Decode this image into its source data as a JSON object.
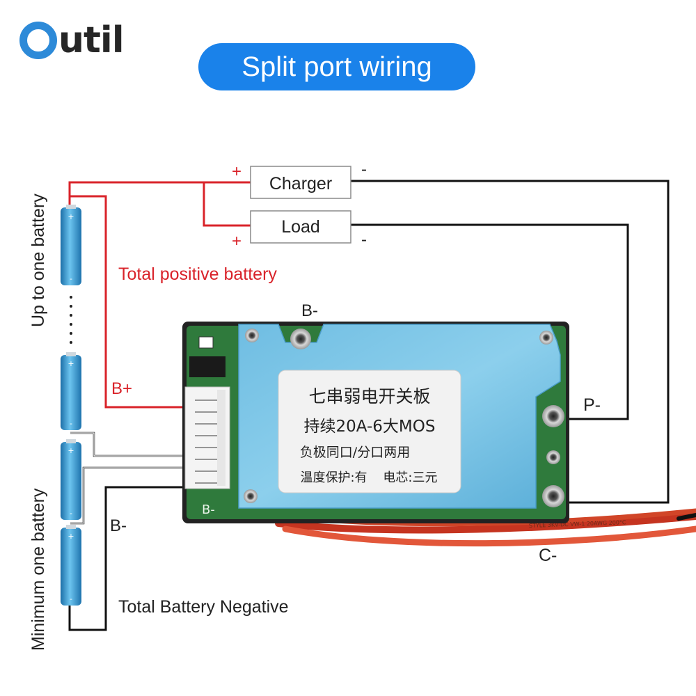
{
  "brand": {
    "logo_text": "Outil",
    "logo_letter": "O",
    "logo_rest": "util"
  },
  "header": {
    "title": "Split port wiring"
  },
  "labels": {
    "charger": "Charger",
    "load": "Load",
    "plus": "+",
    "minus": "-",
    "total_positive": "Total positive battery",
    "total_negative": "Total Battery Negative",
    "b_plus": "B+",
    "b_minus_top": "B-",
    "b_minus_left": "B-",
    "p_minus": "P-",
    "c_minus": "C-",
    "up_to_one": "Up to one battery",
    "minimum_one": "Minimum one battery"
  },
  "board": {
    "sticker_lines": [
      "七串弱电开关板",
      "持续20A-6大MOS",
      "负极同口/分口两用",
      "温度保护:有    电芯:三元"
    ],
    "pcb_marking": "B-",
    "wire_print": "STYLE 3KV-DC VW-1 20AWG 200°C"
  },
  "colors": {
    "brand_blue": "#2d8ad8",
    "pill_blue": "#1a82ea",
    "positive_wire": "#d9232a",
    "negative_wire": "#111111",
    "battery": "#3fa4dc",
    "board_blue": "#7fc4e4",
    "pcb_green": "#2f7a3c"
  }
}
